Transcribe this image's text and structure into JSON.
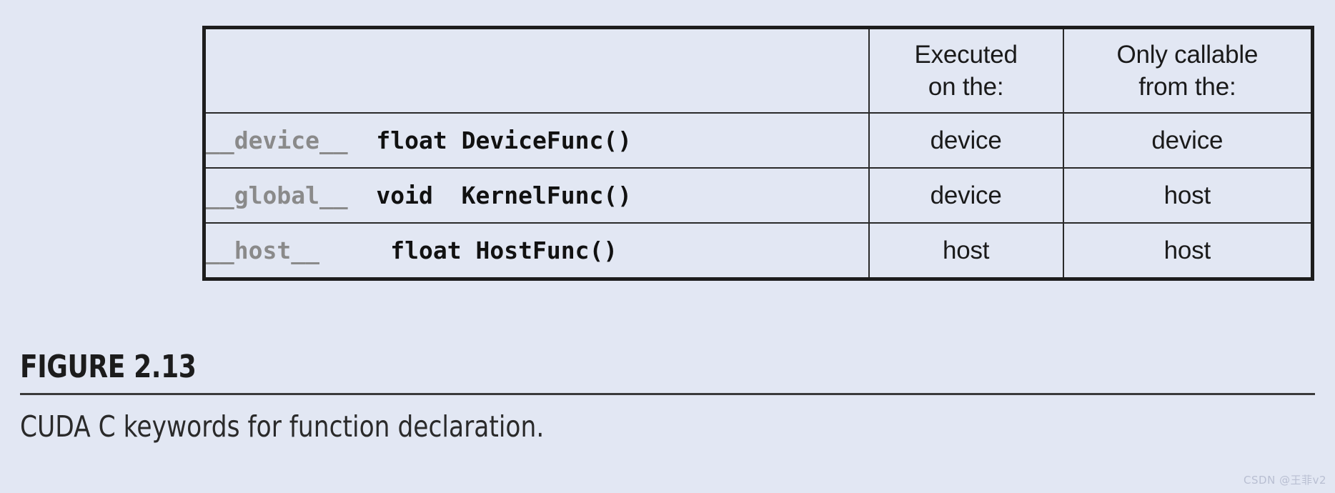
{
  "table": {
    "headers": {
      "signature": "",
      "executed": {
        "line1": "Executed",
        "line2": "on the:"
      },
      "callable": {
        "line1": "Only callable",
        "line2": "from the:"
      }
    },
    "rows": [
      {
        "keyword": "__device__",
        "signature": "  float DeviceFunc()",
        "executed_on": "device",
        "callable_from": "device"
      },
      {
        "keyword": "__global__",
        "signature": "  void  KernelFunc()",
        "executed_on": "device",
        "callable_from": "host"
      },
      {
        "keyword": "__host__",
        "signature": "     float HostFunc()",
        "executed_on": "host",
        "callable_from": "host"
      }
    ]
  },
  "caption": {
    "figure_number": "FIGURE 2.13",
    "text": "CUDA C keywords for function declaration."
  },
  "watermark": "CSDN @王菲v2",
  "colors": {
    "page_background": "#e2e7f3",
    "table_border": "#1d1d1d",
    "cell_border": "#2a2a2a",
    "keyword_gray": "#8a8a8a",
    "text_black": "#1a1a1a",
    "watermark_gray": "#b9bfd2"
  }
}
